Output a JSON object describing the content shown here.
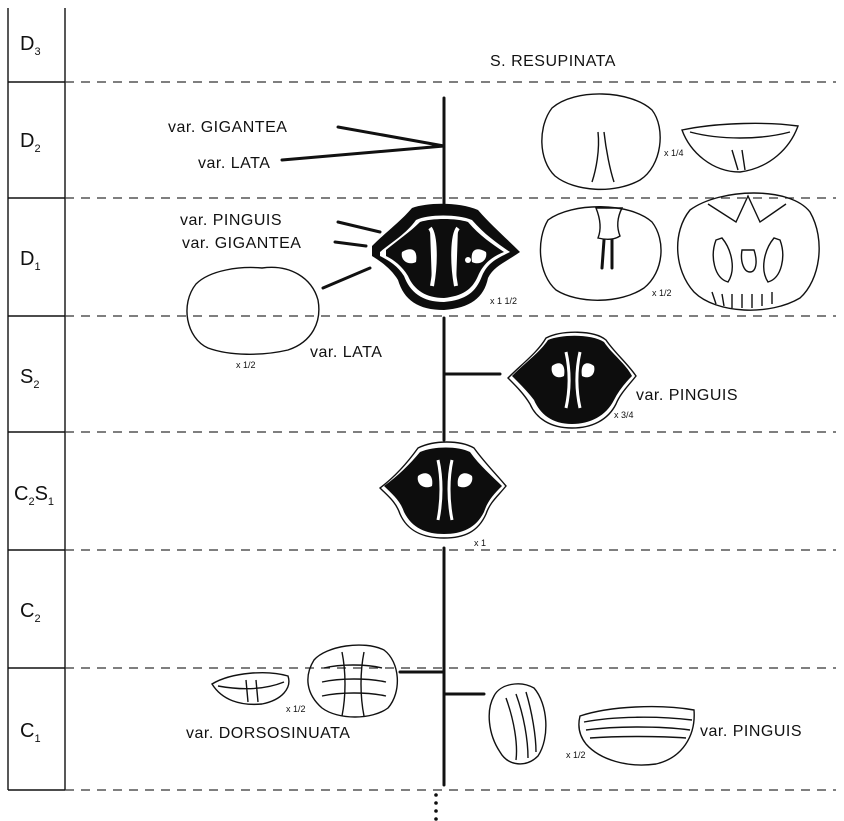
{
  "title": "S. RESUPINATA",
  "stages": [
    {
      "main": "D",
      "sub": "3"
    },
    {
      "main": "D",
      "sub": "2"
    },
    {
      "main": "D",
      "sub": "1"
    },
    {
      "main": "S",
      "sub": "2"
    },
    {
      "main": "C",
      "sub": "2",
      "main2": "S",
      "sub2": "1"
    },
    {
      "main": "C",
      "sub": "2"
    },
    {
      "main": "C",
      "sub": "1"
    }
  ],
  "labels": {
    "gigantea_d2": "var. GIGANTEA",
    "lata_d2": "var. LATA",
    "pinguis_d1": "var. PINGUIS",
    "gigantea_d1": "var. GIGANTEA",
    "lata_d1": "var. LATA",
    "pinguis_s2": "var. PINGUIS",
    "dorsosinuata_c1": "var. DORSOSINUATA",
    "pinguis_c1": "var. PINGUIS"
  },
  "scales": {
    "d2_right": "x 1/4",
    "d1_center": "x 1 1/2",
    "d1_right": "x 1/2",
    "lata_outline": "x 1/2",
    "s2": "x 3/4",
    "c2s1": "x 1",
    "c1_left": "x 1/2",
    "c1_right": "x 1/2"
  }
}
